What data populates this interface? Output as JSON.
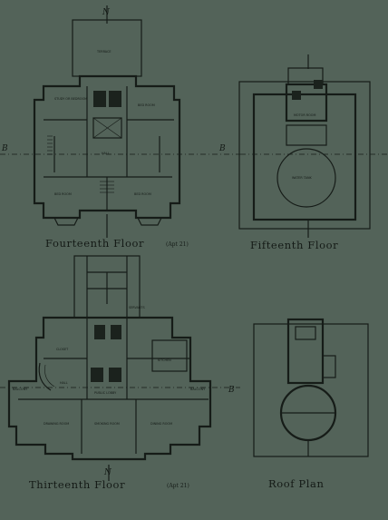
{
  "plans": {
    "fourteenth": {
      "title": "Fourteenth Floor",
      "note": "(Apt 21)"
    },
    "fifteenth": {
      "title": "Fifteenth Floor"
    },
    "thirteenth": {
      "title": "Thirteenth Floor",
      "note": "(Apt 21)"
    },
    "roof": {
      "title": "Roof Plan"
    }
  },
  "section_marks": {
    "b": "B",
    "north": "N"
  },
  "rooms": {
    "terrace": "TERRACE",
    "study": "STUDY OR BEDROOM",
    "bed_room": "BED ROOM",
    "hall": "HALL",
    "motor_room": "MOTOR ROOM",
    "water_tank": "WATER TANK",
    "closet": "CLOSET",
    "public_lobby": "PUBLIC LOBBY",
    "kitchen": "KITCHEN",
    "drawing_room": "DRAWING ROOM",
    "smoking_room": "SMOKING ROOM",
    "dining_room": "DINING ROOM",
    "servants": "SERVANTS",
    "balcony": "BALCONY"
  },
  "palette": {
    "paper": "#536359",
    "ink": "#161c18"
  }
}
